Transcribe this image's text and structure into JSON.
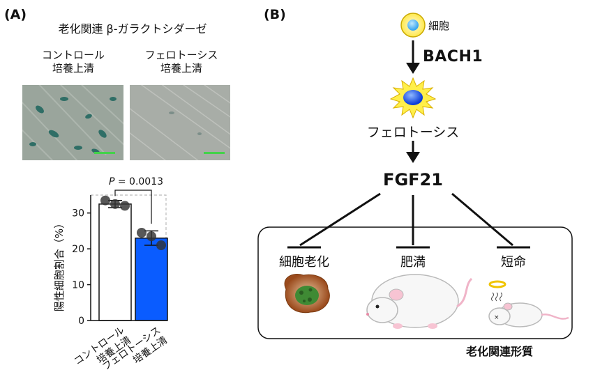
{
  "panel_a": {
    "label": "(A)",
    "title": "老化関連 β-ガラクトシダーゼ",
    "image_labels": [
      {
        "line1": "コントロール",
        "line2": "培養上清"
      },
      {
        "line1": "フェロトーシス",
        "line2": "培養上清"
      }
    ]
  },
  "chart_data": {
    "type": "bar",
    "categories": [
      "コントロール培養上清",
      "フェロトーシス培養上清"
    ],
    "category_lines": [
      [
        "コントロール",
        "培養上清"
      ],
      [
        "フェロトーシス",
        "培養上清"
      ]
    ],
    "values": [
      32.5,
      23
    ],
    "errors": [
      1.0,
      2.0
    ],
    "points": [
      [
        33.5,
        32.0,
        32.5
      ],
      [
        24.5,
        21.0,
        23.5
      ]
    ],
    "bar_colors": [
      "#ffffff",
      "#0a5cff"
    ],
    "ylabel": "陽性細胞割合（%）",
    "ylim": [
      0,
      35
    ],
    "yticks": [
      0,
      10,
      20,
      30
    ],
    "p_value": "P = 0.0013",
    "p_label": "P",
    "p_rest": " = 0.0013"
  },
  "panel_b": {
    "label": "(B)",
    "cell": "細胞",
    "gene": "BACH1",
    "process": "フェロトーシス",
    "factor": "FGF21",
    "targets": [
      "細胞老化",
      "肥満",
      "短命"
    ],
    "box_caption": "老化関連形質"
  },
  "colors": {
    "accent_blue": "#0a5cff",
    "cell_yellow": "#ffef4a",
    "scale_green": "#43d24a"
  }
}
